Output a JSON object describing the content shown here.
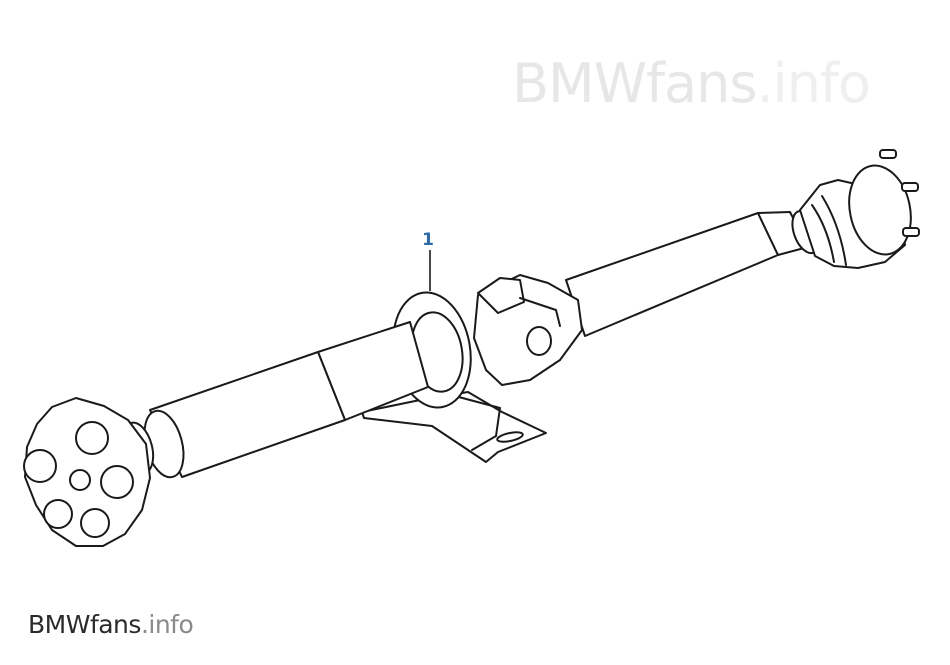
{
  "watermark": {
    "brand": "BMWfans",
    "tld": ".info"
  },
  "logo": {
    "brand": "BMWfans",
    "tld": ".info"
  },
  "callouts": [
    {
      "label": "1"
    }
  ],
  "colors": {
    "outline": "#1a1a1a",
    "callout": "#2b6ca8",
    "watermark": "#e7e7e7"
  }
}
